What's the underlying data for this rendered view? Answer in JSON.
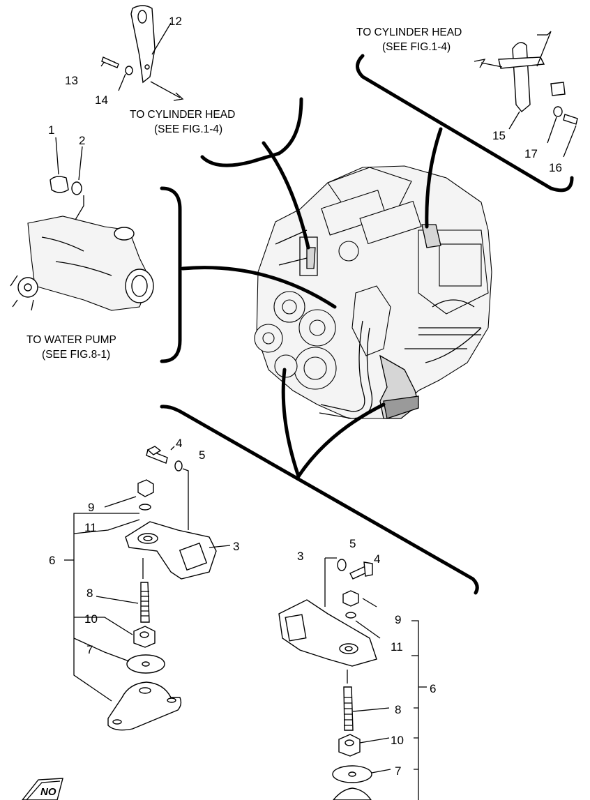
{
  "callouts": {
    "cylinder_head_left": {
      "line1": "TO CYLINDER HEAD",
      "line2": "(SEE FIG.1-4)"
    },
    "cylinder_head_right": {
      "line1": "TO CYLINDER HEAD",
      "line2": "(SEE FIG.1-4)"
    },
    "water_pump": {
      "line1": "TO WATER PUMP",
      "line2": "(SEE FIG.8-1)"
    }
  },
  "labels": {
    "p1": "1",
    "p2": "2",
    "p3_left": "3",
    "p3_right": "3",
    "p4_left": "4",
    "p4_right": "4",
    "p5_left": "5",
    "p5_right": "5",
    "p6_left": "6",
    "p6_right": "6",
    "p7_left": "7",
    "p7_right": "7",
    "p8_left": "8",
    "p8_right": "8",
    "p9_left": "9",
    "p9_right": "9",
    "p10_left": "10",
    "p10_right": "10",
    "p11_left": "11",
    "p11_right": "11",
    "p12": "12",
    "p13": "13",
    "p14": "14",
    "p15": "15",
    "p16": "16",
    "p17": "17"
  },
  "stamp": {
    "text": "NO"
  }
}
